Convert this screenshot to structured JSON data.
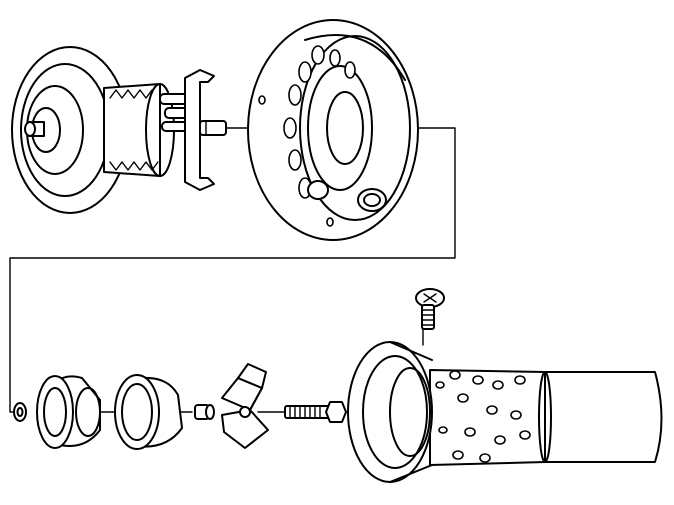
{
  "diagram": {
    "parts": [
      "end-cap-assembly",
      "outer-ring-housing",
      "small-washer",
      "inner-bearing-cup",
      "outer-bearing-cup",
      "swirl-vane",
      "threaded-bolt",
      "perforated-cylinder-housing",
      "retaining-screw"
    ],
    "colors": {
      "line": "#000000",
      "background": "#ffffff"
    }
  }
}
